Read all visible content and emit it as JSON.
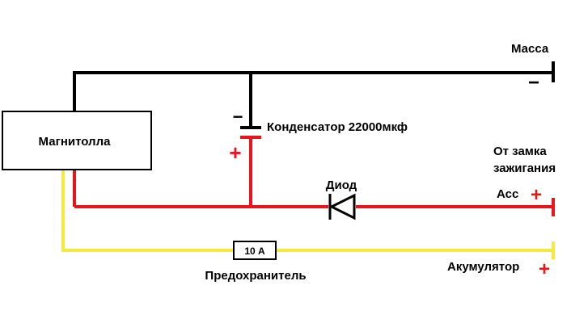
{
  "labels": {
    "ground": "Масса",
    "ground_sign": "−",
    "head_unit": "Магнитолла",
    "capacitor": "Конденсатор 22000мкф",
    "cap_minus": "−",
    "cap_plus": "+",
    "ignition_line1": "От замка",
    "ignition_line2": "зажигания",
    "acc": "Асс",
    "acc_plus": "+",
    "diode": "Диод",
    "fuse_rating": "10 А",
    "fuse": "Предохранитель",
    "battery": "Акумулятор",
    "battery_plus": "+"
  },
  "colors": {
    "ground_wire": "#000000",
    "acc_wire": "#e8151b",
    "battery_wire": "#f5ea3a",
    "plus_sign": "#e8151b",
    "minus_sign": "#000000"
  }
}
